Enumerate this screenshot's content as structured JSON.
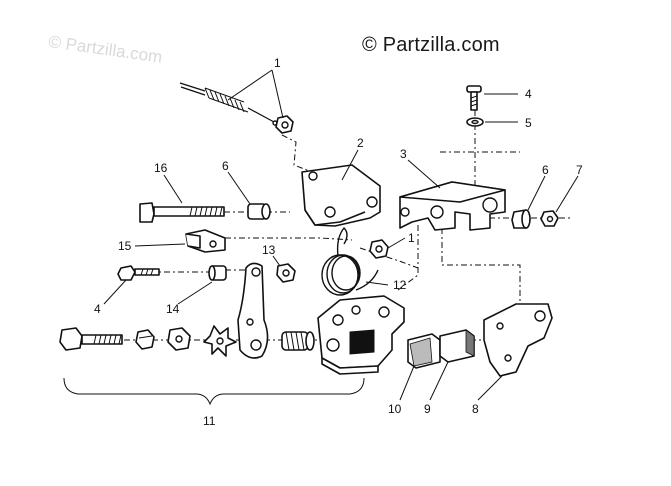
{
  "watermark": {
    "main": "© Partzilla.com",
    "ghost": "© Partzilla.com"
  },
  "callouts": [
    "1",
    "2",
    "3",
    "4",
    "5",
    "6",
    "7",
    "16",
    "6",
    "15",
    "13",
    "1",
    "12",
    "4",
    "14",
    "11",
    "10",
    "9",
    "8"
  ]
}
